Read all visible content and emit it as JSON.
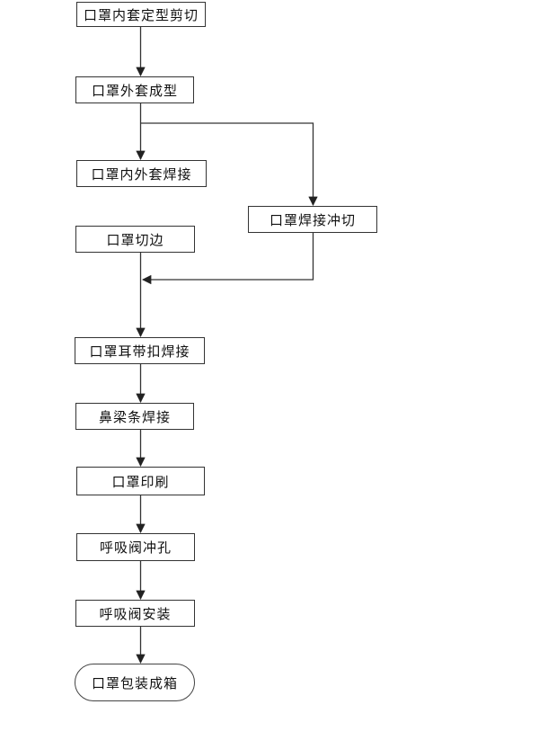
{
  "flowchart": {
    "description": "Mask production process flowchart",
    "nodes": [
      {
        "id": "inner-liner-shaping-cut",
        "label": "口罩内套定型剪切",
        "shape": "rect"
      },
      {
        "id": "outer-shell-forming",
        "label": "口罩外套成型",
        "shape": "rect"
      },
      {
        "id": "inner-outer-welding",
        "label": "口罩内外套焊接",
        "shape": "rect"
      },
      {
        "id": "edge-trimming",
        "label": "口罩切边",
        "shape": "rect"
      },
      {
        "id": "weld-punch-cutting",
        "label": "口罩焊接冲切",
        "shape": "rect"
      },
      {
        "id": "ear-strap-buckle-welding",
        "label": "口罩耳带扣焊接",
        "shape": "rect"
      },
      {
        "id": "nose-bridge-welding",
        "label": "鼻梁条焊接",
        "shape": "rect"
      },
      {
        "id": "mask-printing",
        "label": "口罩印刷",
        "shape": "rect"
      },
      {
        "id": "breath-valve-punching",
        "label": "呼吸阀冲孔",
        "shape": "rect"
      },
      {
        "id": "breath-valve-installation",
        "label": "呼吸阀安装",
        "shape": "rect"
      },
      {
        "id": "packing-into-boxes",
        "label": "口罩包装成箱",
        "shape": "stadium"
      }
    ],
    "edges": [
      {
        "from": "inner-liner-shaping-cut",
        "to": "outer-shell-forming"
      },
      {
        "from": "outer-shell-forming",
        "to": "inner-outer-welding"
      },
      {
        "from": "outer-shell-forming",
        "to": "weld-punch-cutting"
      },
      {
        "from": "inner-outer-welding",
        "to": "edge-trimming"
      },
      {
        "from": "weld-punch-cutting",
        "to": "ear-strap-buckle-welding"
      },
      {
        "from": "edge-trimming",
        "to": "ear-strap-buckle-welding"
      },
      {
        "from": "ear-strap-buckle-welding",
        "to": "nose-bridge-welding"
      },
      {
        "from": "nose-bridge-welding",
        "to": "mask-printing"
      },
      {
        "from": "mask-printing",
        "to": "breath-valve-punching"
      },
      {
        "from": "breath-valve-punching",
        "to": "breath-valve-installation"
      },
      {
        "from": "breath-valve-installation",
        "to": "packing-into-boxes"
      }
    ],
    "colors": {
      "line": "#333333",
      "border": "#333333",
      "text": "#111111",
      "background": "#ffffff"
    }
  }
}
